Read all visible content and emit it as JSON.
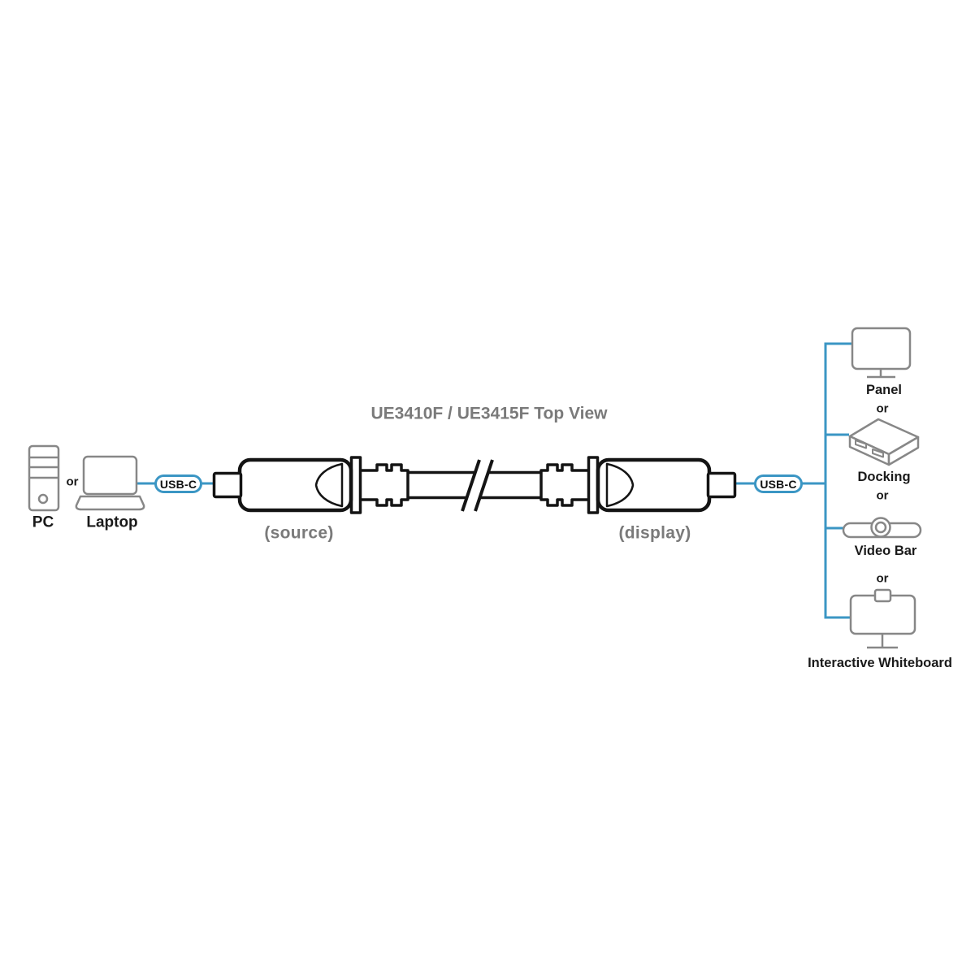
{
  "title": "UE3410F / UE3415F Top View",
  "colors": {
    "accent_blue": "#3b96c4",
    "device_gray": "#878787",
    "caption_gray": "#7a7a7a",
    "cable_black": "#141414"
  },
  "source_devices": {
    "pc_label": "PC",
    "or_label": "or",
    "laptop_label": "Laptop"
  },
  "cable": {
    "left_port_label": "USB-C",
    "right_port_label": "USB-C",
    "source_caption": "(source)",
    "display_caption": "(display)"
  },
  "display_devices": {
    "or_label": "or",
    "items": [
      {
        "label": "Panel",
        "icon": "panel-monitor-icon"
      },
      {
        "label": "Docking",
        "icon": "docking-station-icon"
      },
      {
        "label": "Video Bar",
        "icon": "video-bar-icon"
      },
      {
        "label": "Interactive Whiteboard",
        "icon": "interactive-whiteboard-icon"
      }
    ]
  }
}
